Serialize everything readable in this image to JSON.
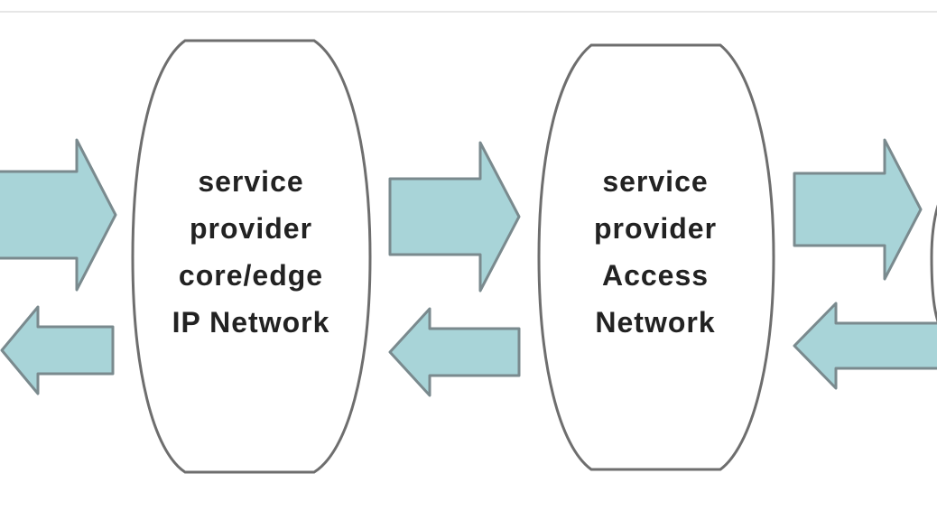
{
  "diagram": {
    "type": "network-flow",
    "colors": {
      "arrow_fill": "#a8d4d8",
      "arrow_stroke": "#7a8a8e",
      "node_stroke": "#6e6e6e",
      "text": "#222222"
    },
    "nodes": [
      {
        "id": "core-edge-ip-network",
        "lines": [
          "service",
          "provider",
          "core/edge",
          "IP Network"
        ]
      },
      {
        "id": "access-network",
        "lines": [
          "service",
          "provider",
          "Access",
          "Network"
        ]
      }
    ],
    "arrows": [
      {
        "id": "left-in-right",
        "direction": "right"
      },
      {
        "id": "left-in-left",
        "direction": "left"
      },
      {
        "id": "middle-right",
        "direction": "right"
      },
      {
        "id": "middle-left",
        "direction": "left"
      },
      {
        "id": "right-out-right",
        "direction": "right"
      },
      {
        "id": "right-out-left",
        "direction": "left"
      }
    ]
  }
}
